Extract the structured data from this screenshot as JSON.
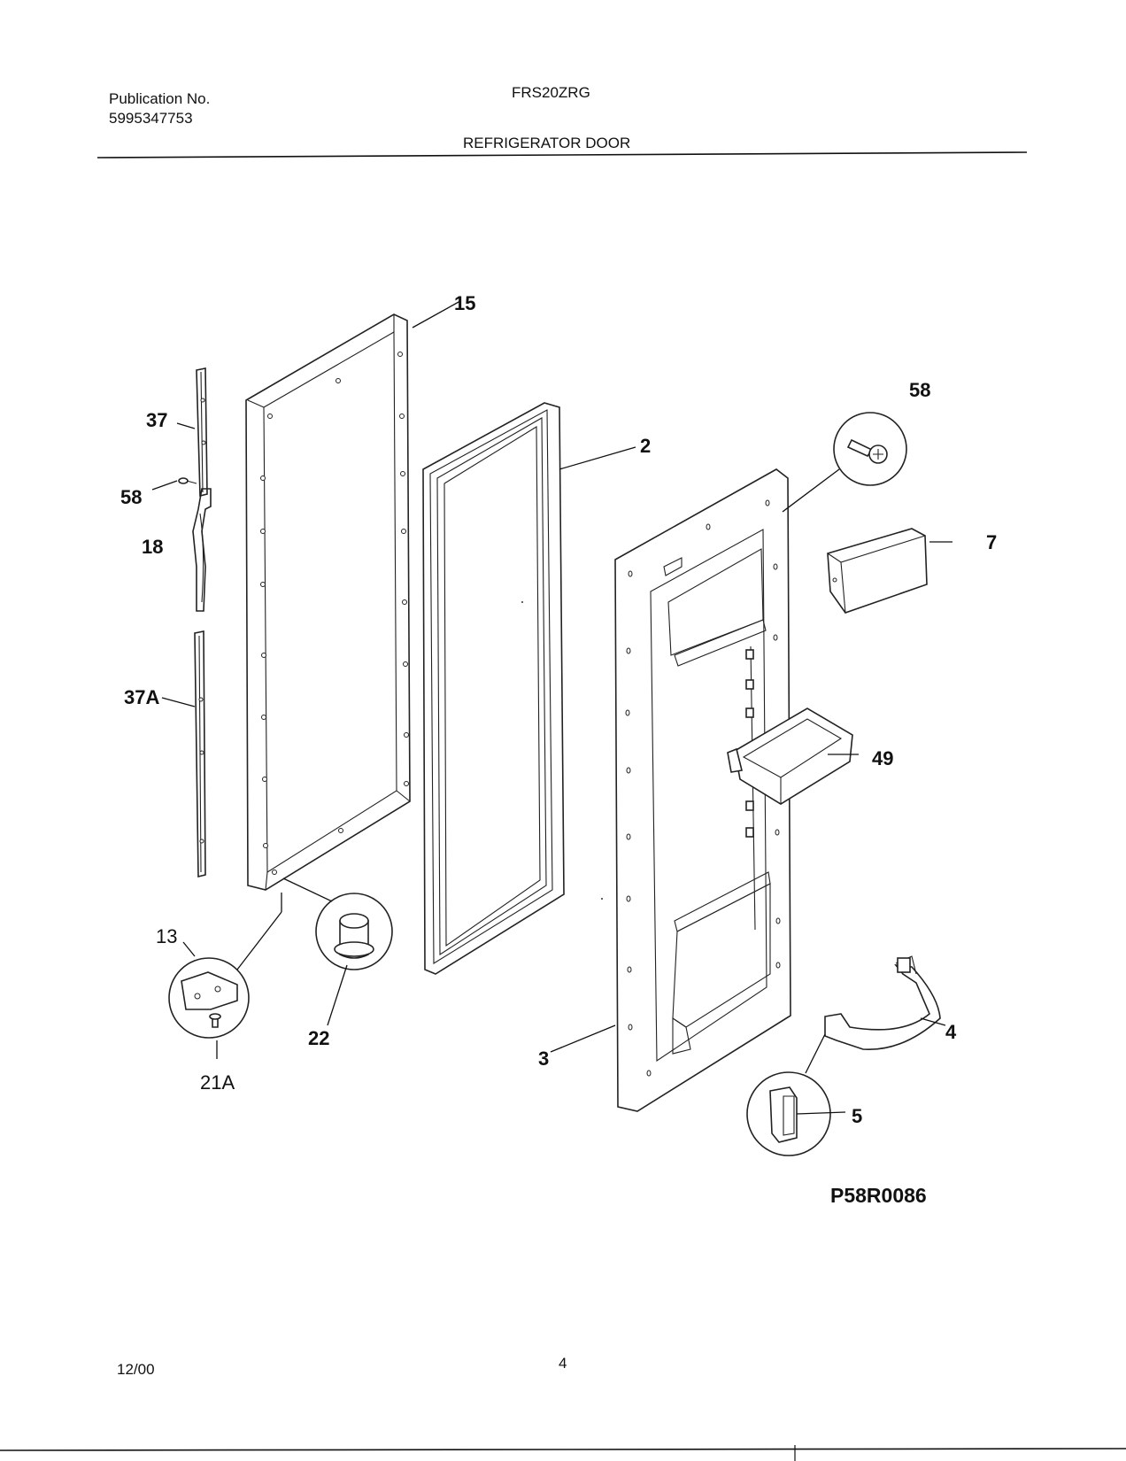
{
  "header": {
    "publication_label": "Publication No.",
    "publication_number": "5995347753",
    "model": "FRS20ZRG",
    "section_title": "REFRIGERATOR DOOR"
  },
  "callouts": {
    "c15": "15",
    "c58_top": "58",
    "c37": "37",
    "c2": "2",
    "c58_left": "58",
    "c18": "18",
    "c7": "7",
    "c37a": "37A",
    "c49": "49",
    "c13": "13",
    "c22": "22",
    "c3": "3",
    "c4": "4",
    "c21a": "21A",
    "c5": "5"
  },
  "drawing_code": "P58R0086",
  "footer": {
    "date": "12/00",
    "page_number": "4"
  }
}
